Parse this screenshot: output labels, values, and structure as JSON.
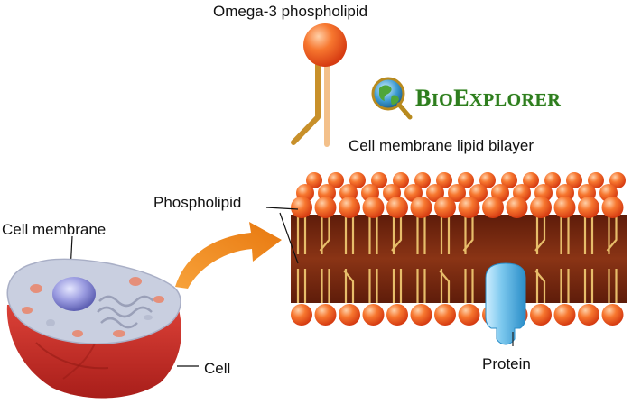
{
  "labels": {
    "omega": "Omega-3 phospholipid",
    "bilayer_title": "Cell membrane lipid bilayer",
    "phospholipid": "Phospholipid",
    "cell_membrane": "Cell membrane",
    "cell": "Cell",
    "protein": "Protein"
  },
  "logo": {
    "first_letter": "B",
    "rest_1": "IO",
    "middle_letter": "E",
    "rest_2": "XPLORER"
  },
  "colors": {
    "head": "#f05a24",
    "tail": "#c8902a",
    "membrane_band": "#7a2a12",
    "protein": "#7cc8ee",
    "arrow": "#f08a1a",
    "cell_top": "#c7cddd",
    "cell_side": "#c8322a",
    "nucleus": "#8e8fd6",
    "logo_green": "#2e7d1e"
  },
  "icons": [
    "globe-magnifier-icon"
  ]
}
